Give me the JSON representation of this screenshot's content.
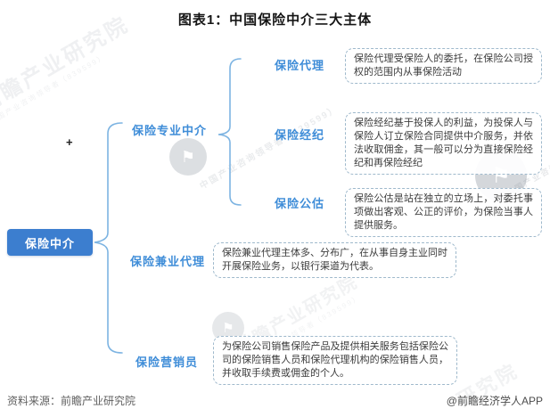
{
  "title": "图表1：中国保险中介三大主体",
  "root": {
    "label": "保险中介"
  },
  "tree": {
    "branches": [
      {
        "label": "保险专业中介",
        "children": [
          {
            "label": "保险代理",
            "desc": "保险代理受保险人的委托，在保险公司授权的范围内从事保险活动"
          },
          {
            "label": "保险经纪",
            "desc": "保险经纪基于投保人的利益，为投保人与保险人订立保险合同提供中介服务，并依法收取佣金，其一般可以分为直接保险经纪和再保险经纪"
          },
          {
            "label": "保险公估",
            "desc": "保险公估是站在独立的立场上，对委托事项做出客观、公正的评价，为保险当事人提供服务。"
          }
        ]
      },
      {
        "label": "保险兼业代理",
        "desc": "保险兼业代理主体多、分布广，在从事自身主业同时开展保险业务，以银行渠道为代表。"
      },
      {
        "label": "保险营销员",
        "desc": "为保险公司销售保险产品及提供相关服务包括保险公司的保险销售人员和保险代理机构的保险销售人员，并收取手续费或佣金的个人。"
      }
    ]
  },
  "footer": {
    "source": "资料来源：前瞻产业研究院",
    "credit": "@前瞻经济学人APP"
  },
  "watermark": {
    "brand": "前瞻产业研究院",
    "brand_short": "研究院",
    "sub": "中国产业咨询领导者（839599）",
    "flag": "⚑"
  },
  "cursor": {
    "glyph": "+"
  },
  "colors": {
    "accent_blue": "#3f8dd8",
    "node_fill": "#3c7ecf",
    "brace": "#7db4e2",
    "box_border": "#9fb9cc"
  }
}
